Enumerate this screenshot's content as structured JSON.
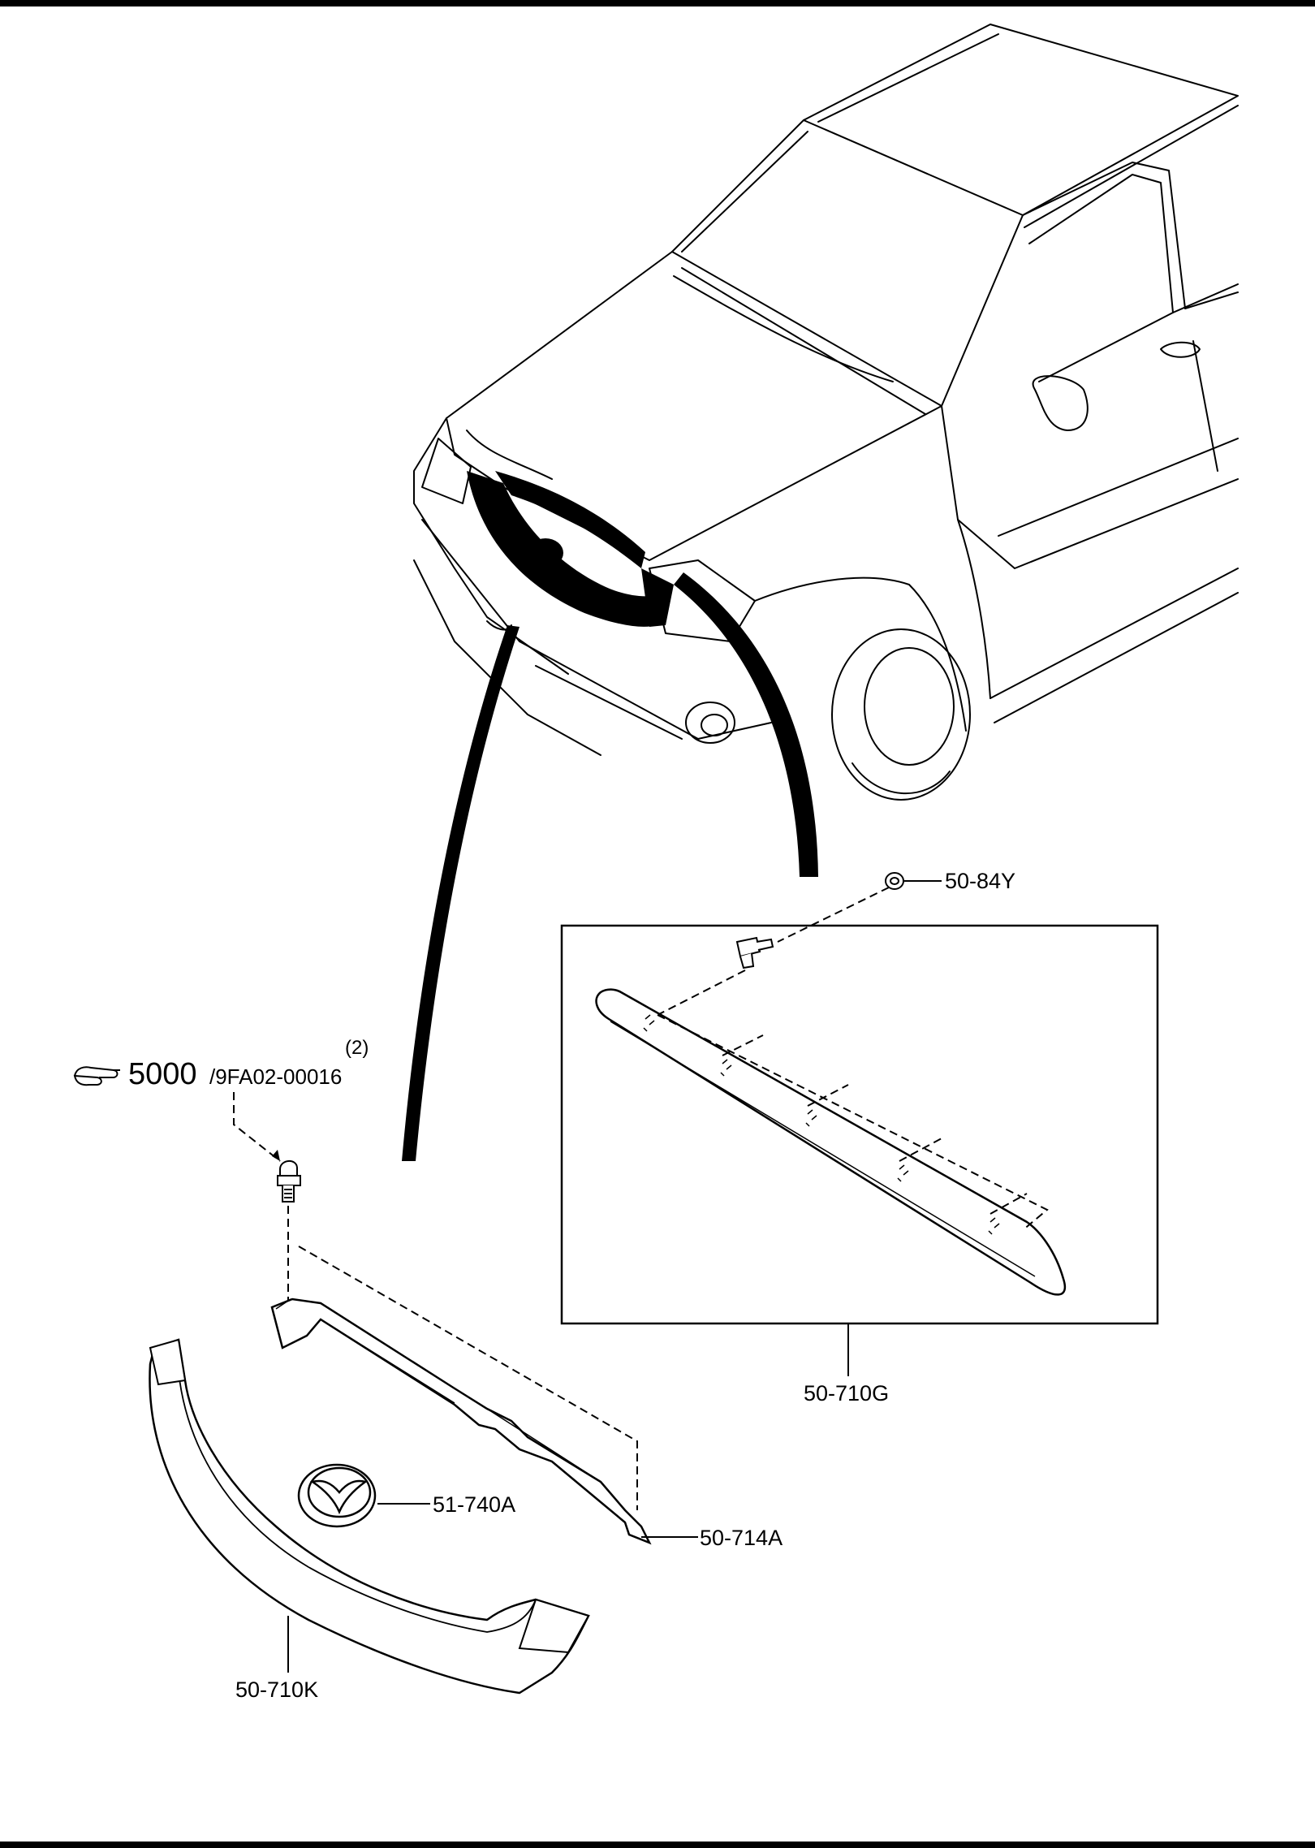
{
  "reference": {
    "icon": "pointing-hand-icon",
    "main_number": "5000",
    "sub_code": "/9FA02-00016",
    "quantity": "(2)"
  },
  "callouts": {
    "clip": "50-84Y",
    "garnish_assy": "50-710G",
    "emblem": "51-740A",
    "bracket": "50-714A",
    "grille": "50-710K"
  },
  "colors": {
    "ink": "#000000",
    "paper": "#ffffff"
  }
}
